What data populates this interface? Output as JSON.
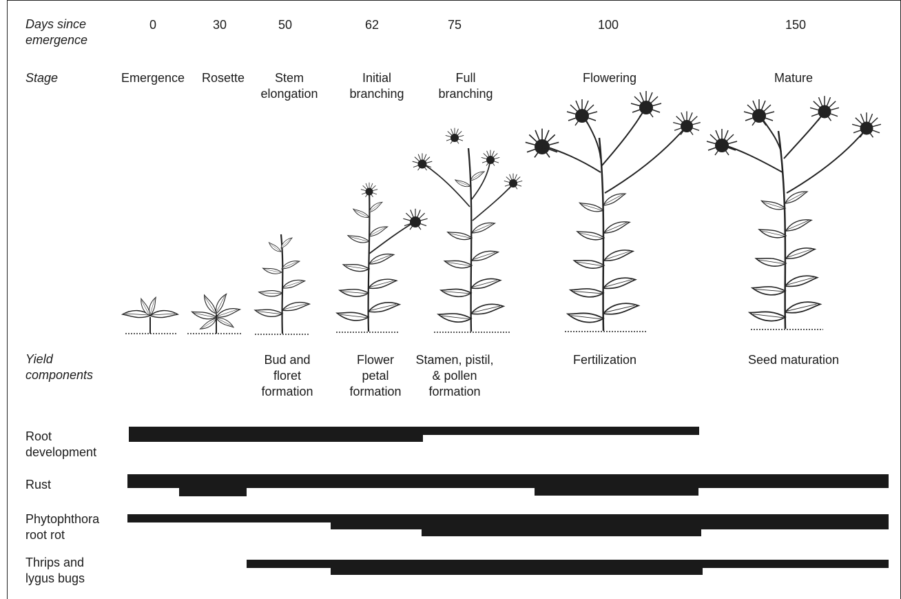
{
  "header": {
    "days_label": "Days since\nemergence",
    "stage_label": "Stage",
    "yield_label": "Yield\ncomponents"
  },
  "days": [
    "0",
    "30",
    "50",
    "62",
    "75",
    "100",
    "150"
  ],
  "stages": [
    "Emergence",
    "Rosette",
    "Stem\nelongation",
    "Initial\nbranching",
    "Full\nbranching",
    "Flowering",
    "Mature"
  ],
  "yield_components": [
    "Bud and\nfloret\nformation",
    "Flower\npetal\nformation",
    "Stamen, pistil,\n& pollen\nformation",
    "Fertilization",
    "Seed maturation"
  ],
  "rows": [
    {
      "label": "Root\ndevelopment"
    },
    {
      "label": "Rust"
    },
    {
      "label": "Phytophthora\nroot rot"
    },
    {
      "label": "Thrips and\nlygus bugs"
    }
  ],
  "colors": {
    "bar": "#1a1a1a",
    "plant": "#222222"
  },
  "icons": [
    "thistle-plant-illustration"
  ]
}
